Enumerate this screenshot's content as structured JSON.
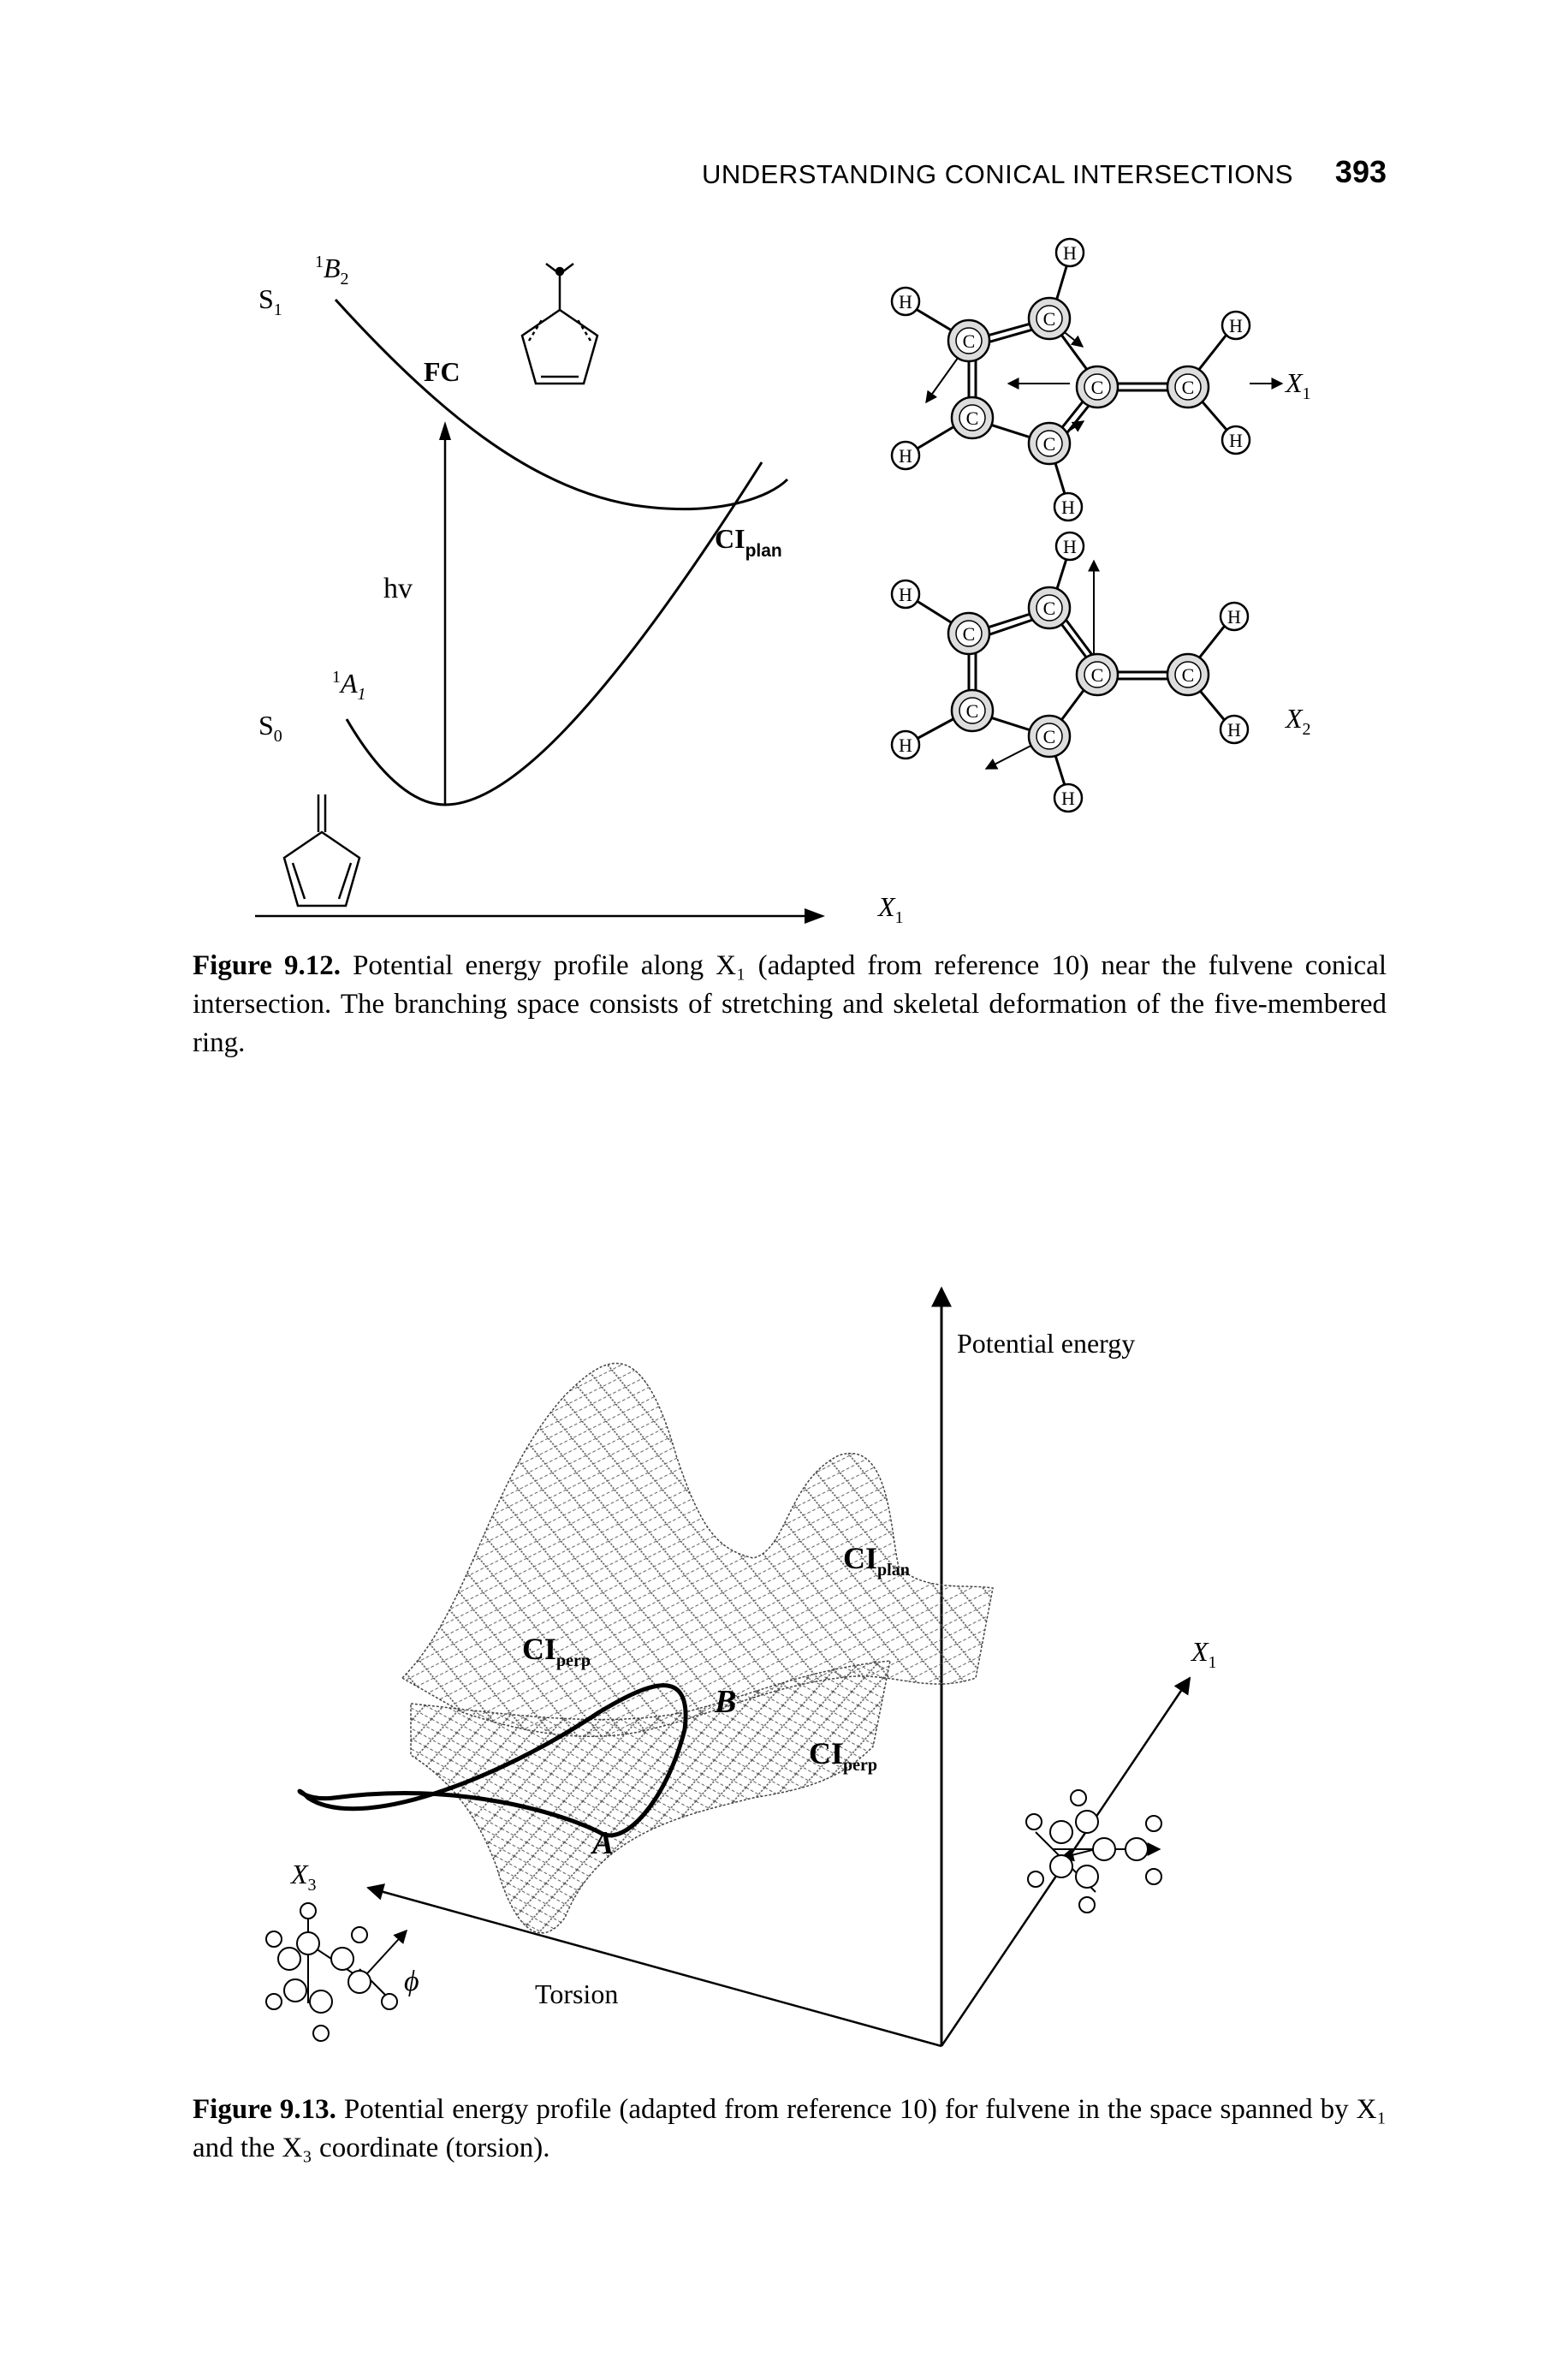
{
  "header": {
    "running_title": "UNDERSTANDING CONICAL INTERSECTIONS",
    "page_number": "393"
  },
  "fig12": {
    "s1": "S",
    "s1_sub": "1",
    "b2_sup": "1",
    "b2": "B",
    "b2_sub": "2",
    "fc": "FC",
    "ci": "CI",
    "ci_sub": "plan",
    "hv": "hv",
    "a1_sup": "1",
    "a1": "A",
    "a1_sub": "1",
    "s0": "S",
    "s0_sub": "0",
    "xaxis": "X",
    "xaxis_sub": "1",
    "x1": "X",
    "x1_sub": "1",
    "x2": "X",
    "x2_sub": "2",
    "atom_c": "C",
    "atom_h": "H"
  },
  "fig12_caption": {
    "label": "Figure 9.12.",
    "text": "Potential energy profile along X₁ (adapted from reference 10) near the fulvene conical intersection. The branching space consists of stretching and skeletal deformation of the five-membered ring."
  },
  "fig13": {
    "potential_energy": "Potential energy",
    "x1": "X",
    "x1_sub": "1",
    "x3": "X",
    "x3_sub": "3",
    "phi": "ϕ",
    "torsion": "Torsion",
    "ci_plan": "CI",
    "ci_plan_sub": "plan",
    "ci_perp_left": "CI",
    "ci_perp_left_sub": "perp",
    "ci_perp_right": "CI",
    "ci_perp_right_sub": "perp",
    "label_a": "A",
    "label_b": "B"
  },
  "fig13_caption": {
    "label": "Figure 9.13.",
    "text": "Potential energy profile (adapted from reference 10) for fulvene in the space spanned by X₁ and the X₃ coordinate (torsion)."
  }
}
